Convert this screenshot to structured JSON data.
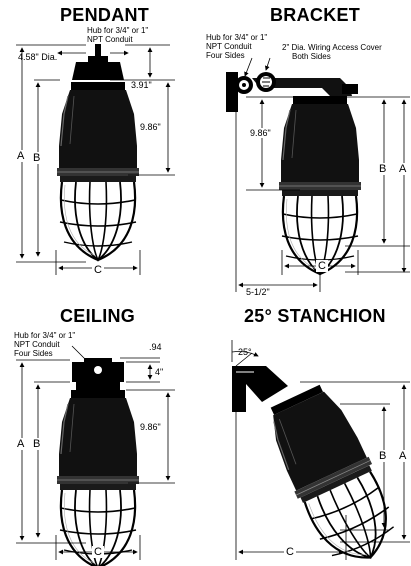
{
  "panels": {
    "pendant": {
      "title": "PENDANT",
      "hub_label_1": "Hub for 3/4\" or 1\"",
      "hub_label_2": "NPT Conduit",
      "dia": "4.58\" Dia.",
      "dim_top": "3.91\"",
      "dim_body": "9.86\"",
      "a": "A",
      "b": "B",
      "c": "C"
    },
    "bracket": {
      "title": "BRACKET",
      "hub_label_1": "Hub for 3/4\" or 1\"",
      "hub_label_2": "NPT Conduit",
      "hub_label_3": "Four Sides",
      "cover_label_1": "2\" Dia. Wiring Access Cover",
      "cover_label_2": "Both Sides",
      "dim_body": "9.86\"",
      "dim_offset": "5-1/2\"",
      "a": "A",
      "b": "B",
      "c": "C"
    },
    "ceiling": {
      "title": "CEILING",
      "hub_label_1": "Hub for 3/4\" or 1\"",
      "hub_label_2": "NPT Conduit",
      "hub_label_3": "Four Sides",
      "dim_small": ".94",
      "dim_four": "4\"",
      "dim_body": "9.86\"",
      "a": "A",
      "b": "B",
      "c": "C"
    },
    "stanchion": {
      "title": "25° STANCHION",
      "angle": "25°",
      "a": "A",
      "b": "B",
      "c": "C"
    }
  }
}
